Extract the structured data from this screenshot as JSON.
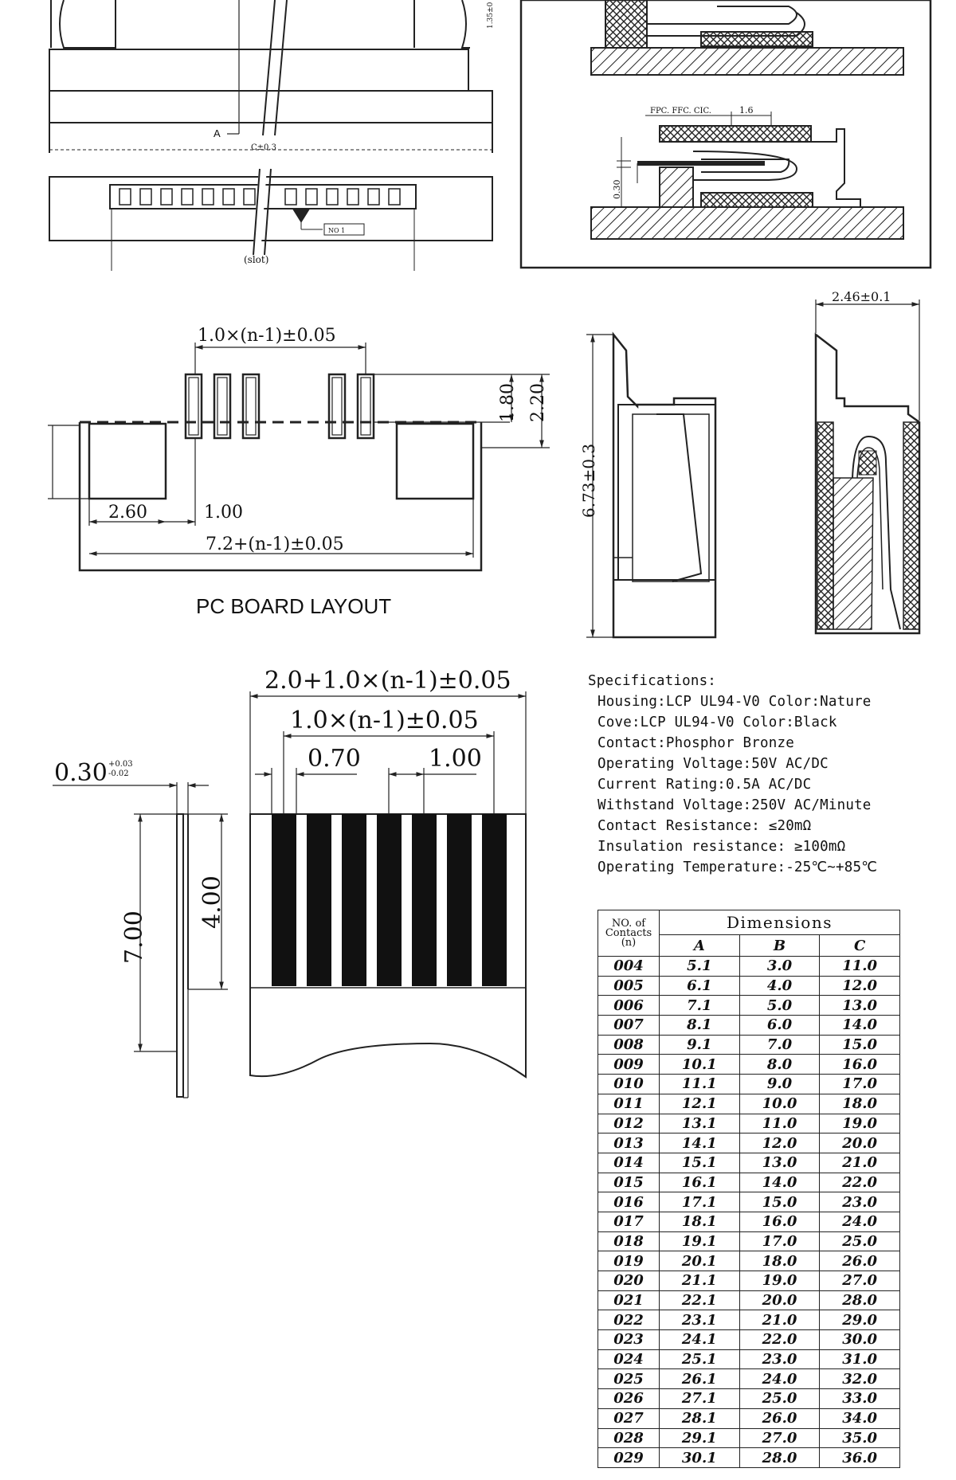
{
  "top_left_drawing": {
    "label_a": "A",
    "label_c": "C±0.3",
    "label_slot": "(slot)",
    "label_marker": "NO 1",
    "label_side_dim": "1.35±0"
  },
  "fpc_insert_detail": {
    "label_fpc": "FPC. FFC. CIC.",
    "label_width": "1.6",
    "label_thickness": "0.30"
  },
  "pc_board_layout": {
    "title": "PC BOARD LAYOUT",
    "dim_pitch": "1.0×(n-1)±0.05",
    "dim_pad_len_1": "1.80",
    "dim_pad_len_2": "2.20",
    "dim_left": "2.60",
    "dim_first": "1.00",
    "dim_total": "7.2+(n-1)±0.05"
  },
  "side_view": {
    "dim_height": "6.73±0.3",
    "dim_width": "2.46±0.1"
  },
  "fpc_cable": {
    "dim_total": "2.0+1.0×(n-1)±0.05",
    "dim_pitch": "1.0×(n-1)±0.05",
    "dim_conductor": "0.70",
    "dim_spacing": "1.00",
    "dim_thickness": "0.30",
    "dim_thickness_tol_upper": "+0.03",
    "dim_thickness_tol_lower": "-0.02",
    "dim_length": "7.00",
    "dim_contact_length": "4.00"
  },
  "specifications": {
    "title": "Specifications:",
    "lines": [
      "Housing:LCP UL94-V0 Color:Nature",
      "Cove:LCP UL94-V0 Color:Black",
      "Contact:Phosphor Bronze",
      "Operating Voltage:50V AC/DC",
      "Current Rating:0.5A AC/DC",
      "Withstand Voltage:250V AC/Minute",
      "Contact Resistance: ≤20mΩ",
      "Insulation resistance: ≥100mΩ",
      "Operating Temperature:-25℃~+85℃"
    ]
  },
  "dimensions_table": {
    "header_no_line1": "NO. of",
    "header_no_line2": "Contacts",
    "header_no_line3": "(n)",
    "header_dimensions": "Dimensions",
    "col_a": "A",
    "col_b": "B",
    "col_c": "C",
    "rows": [
      [
        "004",
        "5.1",
        "3.0",
        "11.0"
      ],
      [
        "005",
        "6.1",
        "4.0",
        "12.0"
      ],
      [
        "006",
        "7.1",
        "5.0",
        "13.0"
      ],
      [
        "007",
        "8.1",
        "6.0",
        "14.0"
      ],
      [
        "008",
        "9.1",
        "7.0",
        "15.0"
      ],
      [
        "009",
        "10.1",
        "8.0",
        "16.0"
      ],
      [
        "010",
        "11.1",
        "9.0",
        "17.0"
      ],
      [
        "011",
        "12.1",
        "10.0",
        "18.0"
      ],
      [
        "012",
        "13.1",
        "11.0",
        "19.0"
      ],
      [
        "013",
        "14.1",
        "12.0",
        "20.0"
      ],
      [
        "014",
        "15.1",
        "13.0",
        "21.0"
      ],
      [
        "015",
        "16.1",
        "14.0",
        "22.0"
      ],
      [
        "016",
        "17.1",
        "15.0",
        "23.0"
      ],
      [
        "017",
        "18.1",
        "16.0",
        "24.0"
      ],
      [
        "018",
        "19.1",
        "17.0",
        "25.0"
      ],
      [
        "019",
        "20.1",
        "18.0",
        "26.0"
      ],
      [
        "020",
        "21.1",
        "19.0",
        "27.0"
      ],
      [
        "021",
        "22.1",
        "20.0",
        "28.0"
      ],
      [
        "022",
        "23.1",
        "21.0",
        "29.0"
      ],
      [
        "023",
        "24.1",
        "22.0",
        "30.0"
      ],
      [
        "024",
        "25.1",
        "23.0",
        "31.0"
      ],
      [
        "025",
        "26.1",
        "24.0",
        "32.0"
      ],
      [
        "026",
        "27.1",
        "25.0",
        "33.0"
      ],
      [
        "027",
        "28.1",
        "26.0",
        "34.0"
      ],
      [
        "028",
        "29.1",
        "27.0",
        "35.0"
      ],
      [
        "029",
        "30.1",
        "28.0",
        "36.0"
      ]
    ]
  }
}
